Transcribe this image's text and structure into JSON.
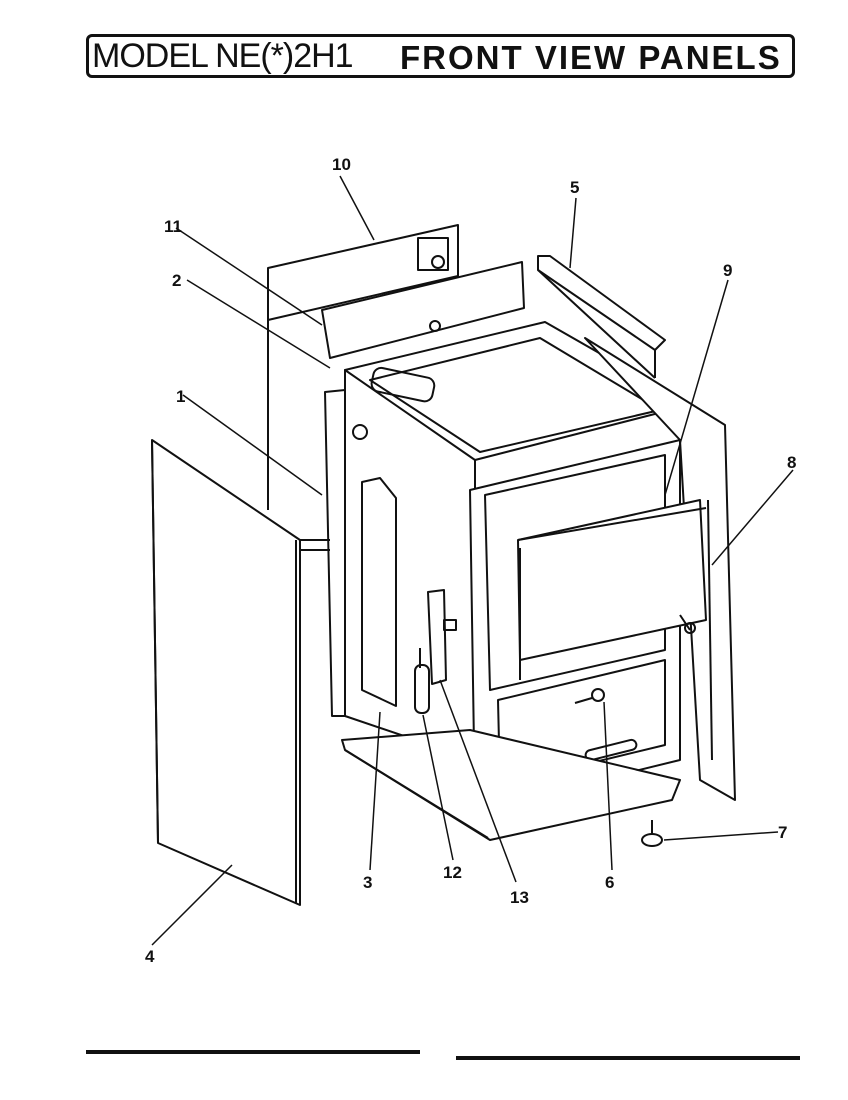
{
  "header": {
    "model": "MODEL NE(*)2H1",
    "section": "FRONT VIEW PANELS"
  },
  "callouts": [
    {
      "id": "c1",
      "label": "1"
    },
    {
      "id": "c2",
      "label": "2"
    },
    {
      "id": "c3",
      "label": "3"
    },
    {
      "id": "c4",
      "label": "4"
    },
    {
      "id": "c5",
      "label": "5"
    },
    {
      "id": "c6",
      "label": "6"
    },
    {
      "id": "c7",
      "label": "7"
    },
    {
      "id": "c8",
      "label": "8"
    },
    {
      "id": "c9",
      "label": "9"
    },
    {
      "id": "c10",
      "label": "10"
    },
    {
      "id": "c11",
      "label": "11"
    },
    {
      "id": "c12",
      "label": "12"
    },
    {
      "id": "c13",
      "label": "13"
    }
  ],
  "colors": {
    "ink": "#111111",
    "paper": "#ffffff"
  }
}
